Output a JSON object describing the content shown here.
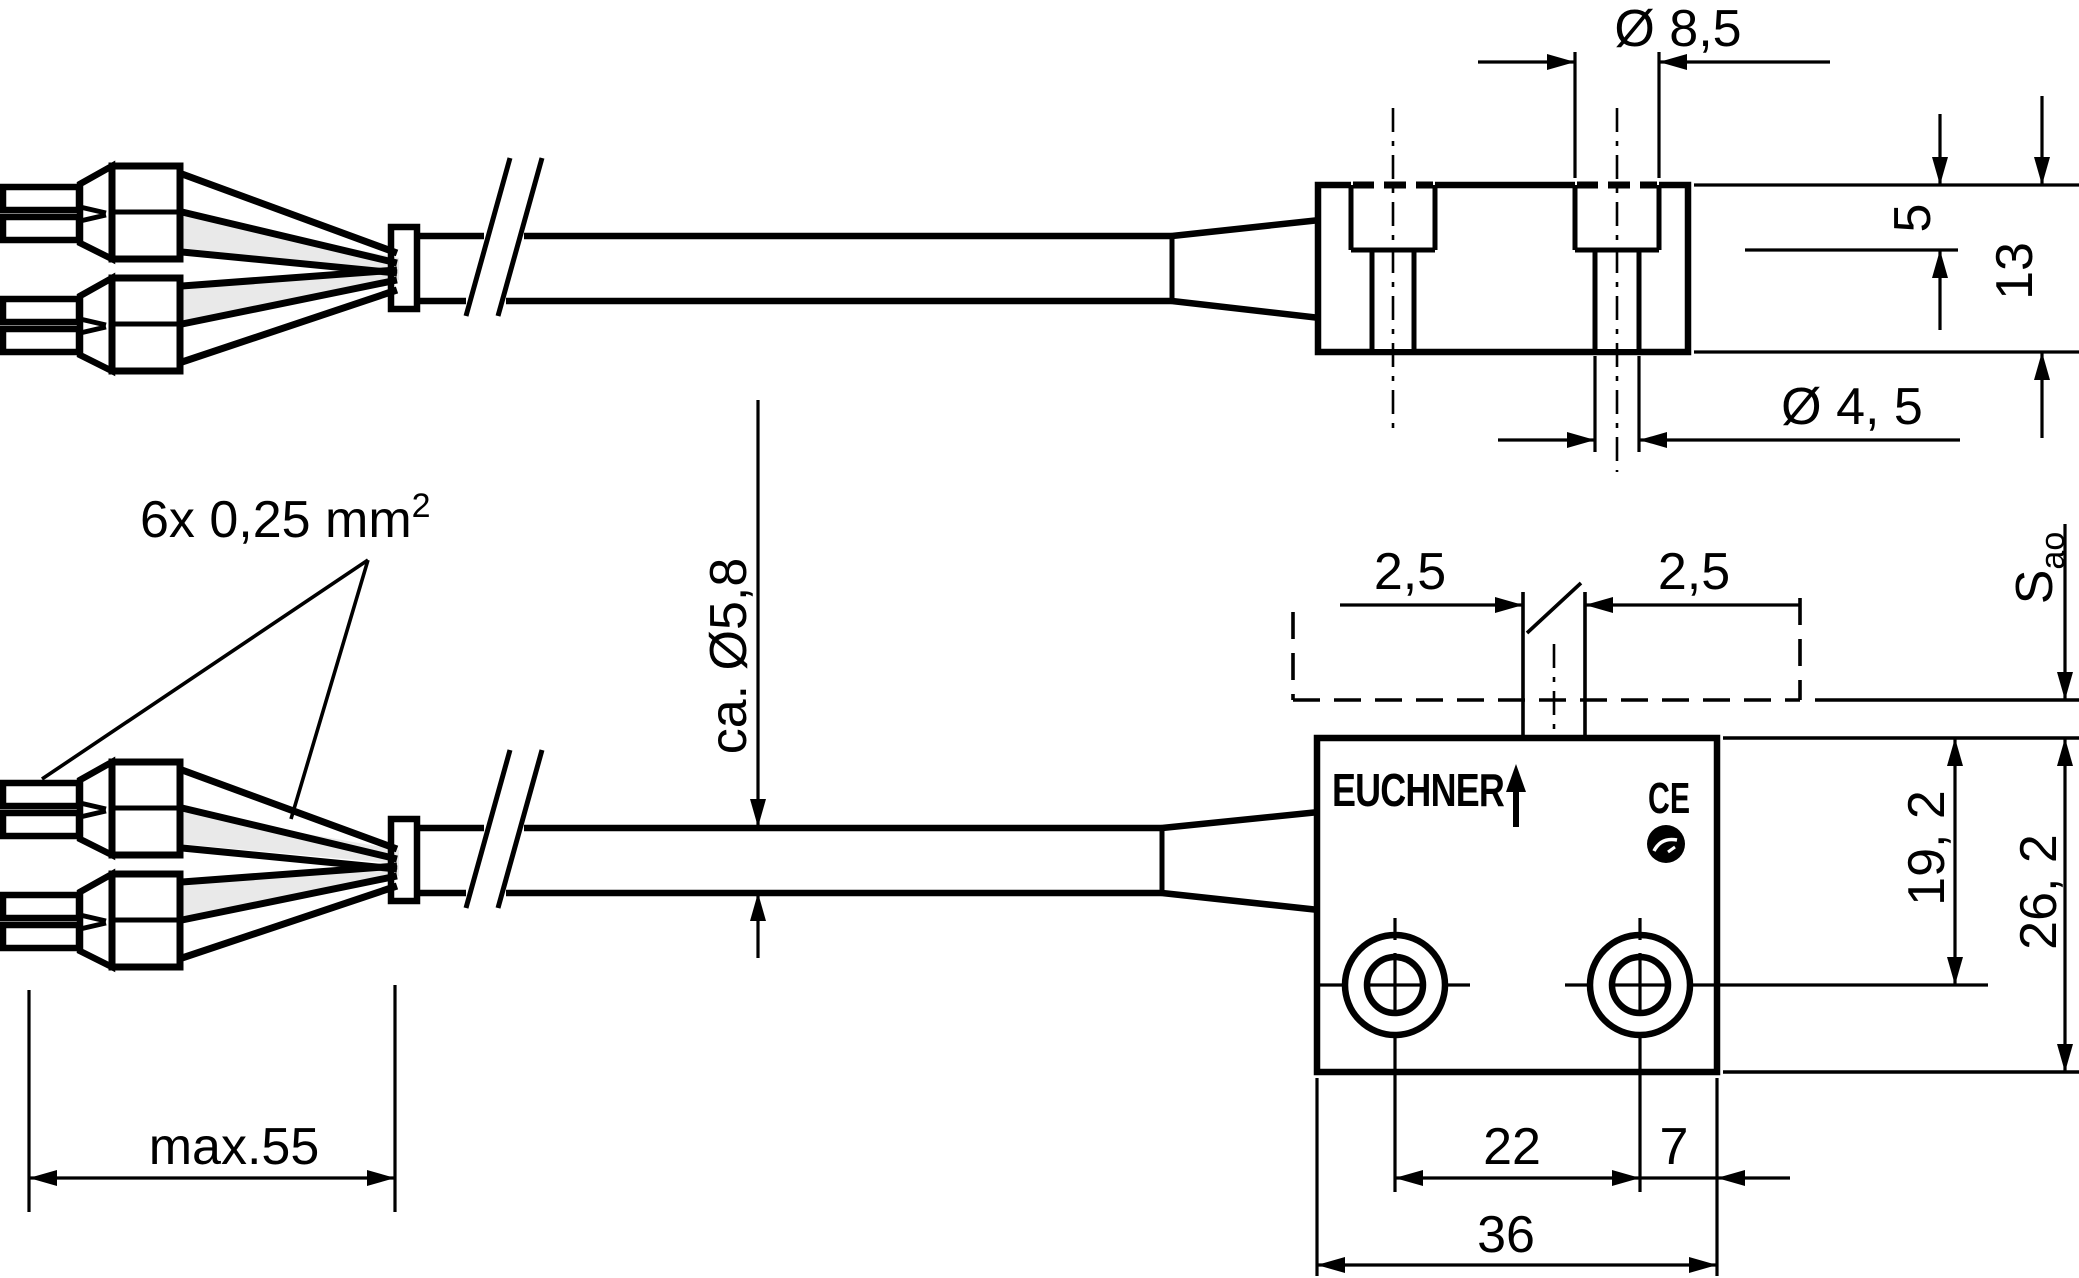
{
  "drawing": {
    "labels": {
      "wire_spec": {
        "text": "6x 0,25 mm",
        "sup": "2"
      },
      "cable_diameter": "ca. Ø5,8",
      "max_wire_length": "max.55"
    },
    "top_view": {
      "counterbore_diameter": "Ø 8,5",
      "through_hole_diameter": "Ø 4, 5",
      "counterbore_depth": "5",
      "block_thickness": "13"
    },
    "bottom_view": {
      "brand": "EUCHNER",
      "ce_mark": "CE",
      "center_offset_left": "2,5",
      "center_offset_right": "2,5",
      "switching_distance": {
        "symbol": "S",
        "subscript": "ao"
      },
      "hole_axis_from_top": "19, 2",
      "block_height": "26, 2",
      "hole_spacing": "22",
      "hole_to_edge": "7",
      "block_width": "36"
    },
    "colors": {
      "ink": "#000000",
      "paper": "#ffffff",
      "wire_shade": "#e9e9e9"
    }
  }
}
